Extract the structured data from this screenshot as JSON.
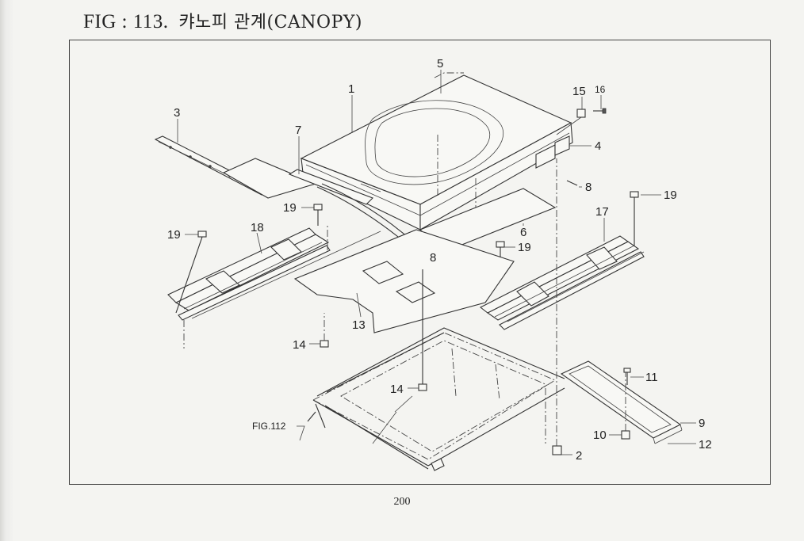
{
  "header": {
    "figure_label": "FIG : 113.",
    "figure_name": "캬노피 관계(CANOPY)"
  },
  "footer": {
    "page_number": "200"
  },
  "diagram": {
    "callouts": {
      "c1": "1",
      "c2": "2",
      "c3": "3",
      "c4": "4",
      "c5": "5",
      "c6": "6",
      "c7": "7",
      "c8a": "8",
      "c8b": "8",
      "c9": "9",
      "c10": "10",
      "c11": "11",
      "c12": "12",
      "c13": "13",
      "c14a": "14",
      "c14b": "14",
      "c15": "15",
      "c16": "16",
      "c17": "17",
      "c18": "18",
      "c19a": "19",
      "c19b": "19",
      "c19c": "19",
      "c19d": "19",
      "fig_ref": "FIG.112"
    }
  }
}
